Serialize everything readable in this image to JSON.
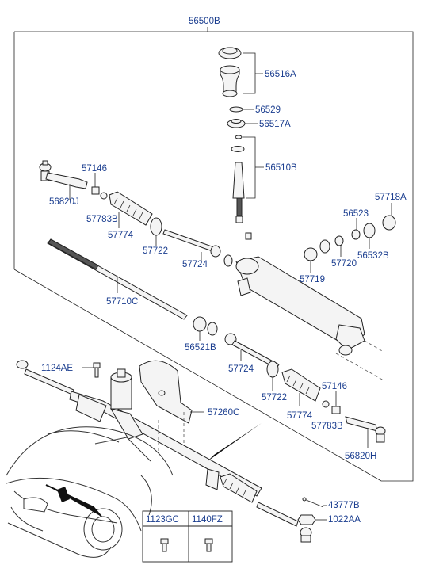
{
  "assembly": {
    "label": "56500B"
  },
  "labels": [
    {
      "id": "56516A",
      "text": "56516A"
    },
    {
      "id": "56529",
      "text": "56529"
    },
    {
      "id": "56517A",
      "text": "56517A"
    },
    {
      "id": "56510B",
      "text": "56510B"
    },
    {
      "id": "57146-top",
      "text": "57146"
    },
    {
      "id": "56820J",
      "text": "56820J"
    },
    {
      "id": "57783B-top",
      "text": "57783B"
    },
    {
      "id": "57774-top",
      "text": "57774"
    },
    {
      "id": "57722-top",
      "text": "57722"
    },
    {
      "id": "57724-top",
      "text": "57724"
    },
    {
      "id": "57710C",
      "text": "57710C"
    },
    {
      "id": "57718A",
      "text": "57718A"
    },
    {
      "id": "56523",
      "text": "56523"
    },
    {
      "id": "56532B",
      "text": "56532B"
    },
    {
      "id": "57720",
      "text": "57720"
    },
    {
      "id": "57719",
      "text": "57719"
    },
    {
      "id": "56521B",
      "text": "56521B"
    },
    {
      "id": "57724-bottom",
      "text": "57724"
    },
    {
      "id": "57722-bottom",
      "text": "57722"
    },
    {
      "id": "57774-bottom",
      "text": "57774"
    },
    {
      "id": "57146-bottom",
      "text": "57146"
    },
    {
      "id": "57783B-bottom",
      "text": "57783B"
    },
    {
      "id": "56820H",
      "text": "56820H"
    },
    {
      "id": "1124AE",
      "text": "1124AE"
    },
    {
      "id": "57260C",
      "text": "57260C"
    },
    {
      "id": "43777B",
      "text": "43777B"
    },
    {
      "id": "1022AA",
      "text": "1022AA"
    }
  ],
  "bolt_table": {
    "col1": "1123GC",
    "col2": "1140FZ"
  },
  "colors": {
    "label": "#1a3d8f",
    "line": "#222222"
  }
}
